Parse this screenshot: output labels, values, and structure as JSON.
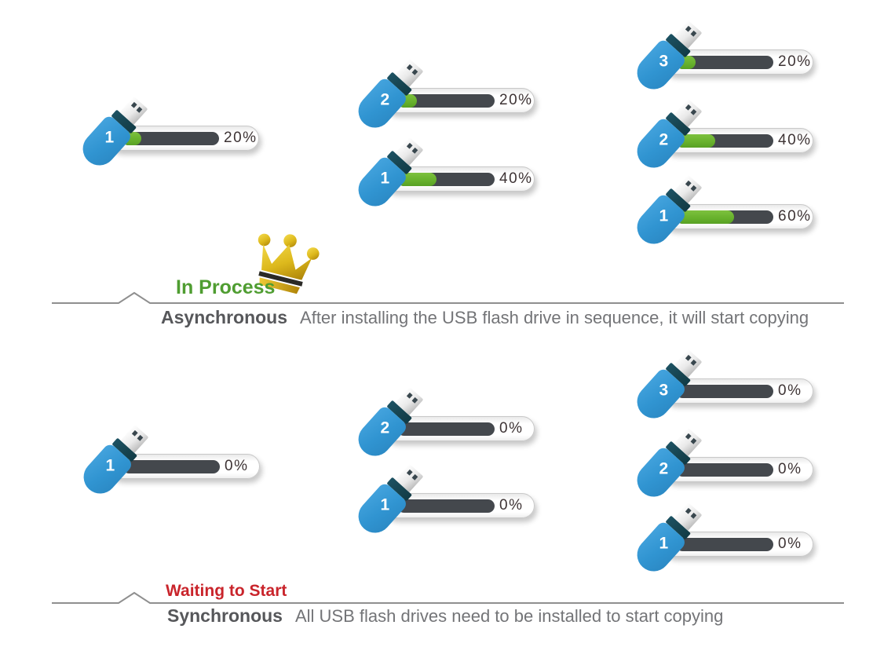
{
  "sections": [
    {
      "name": "asynchronous",
      "status": {
        "label": "In Process",
        "color": "#4F9D31"
      },
      "heading": "Asynchronous",
      "description": "After installing the USB flash drive in sequence, it will start copying",
      "columns": [
        {
          "drives": [
            {
              "number": "1",
              "percent": 20,
              "percent_label": "20%"
            }
          ]
        },
        {
          "drives": [
            {
              "number": "2",
              "percent": 20,
              "percent_label": "20%"
            },
            {
              "number": "1",
              "percent": 40,
              "percent_label": "40%"
            }
          ]
        },
        {
          "drives": [
            {
              "number": "3",
              "percent": 20,
              "percent_label": "20%"
            },
            {
              "number": "2",
              "percent": 40,
              "percent_label": "40%"
            },
            {
              "number": "1",
              "percent": 60,
              "percent_label": "60%"
            }
          ]
        }
      ]
    },
    {
      "name": "synchronous",
      "status": {
        "label": "Waiting to Start",
        "color": "#C9242B"
      },
      "heading": "Synchronous",
      "description": "All USB flash drives need to be installed to start copying",
      "columns": [
        {
          "drives": [
            {
              "number": "1",
              "percent": 0,
              "percent_label": "0%"
            }
          ]
        },
        {
          "drives": [
            {
              "number": "2",
              "percent": 0,
              "percent_label": "0%"
            },
            {
              "number": "1",
              "percent": 0,
              "percent_label": "0%"
            }
          ]
        },
        {
          "drives": [
            {
              "number": "3",
              "percent": 0,
              "percent_label": "0%"
            },
            {
              "number": "2",
              "percent": 0,
              "percent_label": "0%"
            },
            {
              "number": "1",
              "percent": 0,
              "percent_label": "0%"
            }
          ]
        }
      ]
    }
  ],
  "icons": {
    "crown": "crown-icon",
    "usb_drive": "usb-flash-drive-icon"
  },
  "colors": {
    "usb_body_blue": "#3094D1",
    "usb_collar_teal": "#16434F",
    "progress_track": "#44484D",
    "progress_fill_green": "#68B22D",
    "percent_text": "#3D3334",
    "crown_gold": "#D9B323",
    "divider_gray": "#8F8F8F",
    "heading_text": "#56575A",
    "description_text": "#737477"
  }
}
